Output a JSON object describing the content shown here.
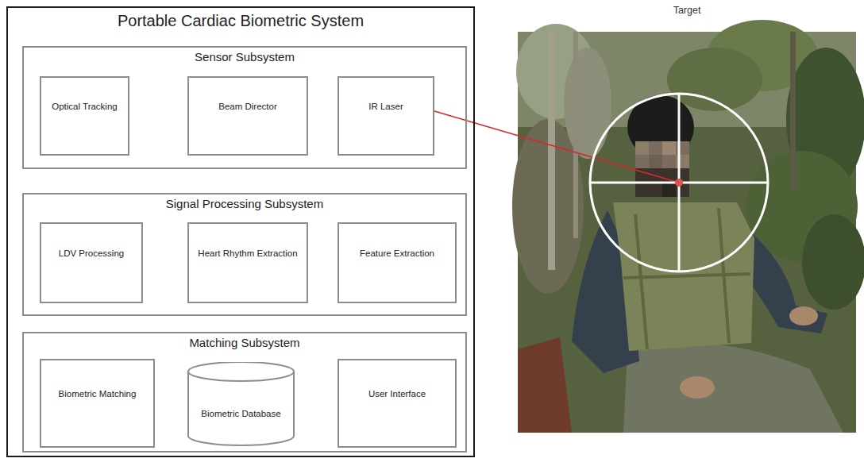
{
  "diagram": {
    "nodes": [
      {
        "text": [
          "Portable Cardiac Biometric System"
        ]
      },
      {
        "text": [
          "Sensor Subsystem"
        ],
        "in": 0
      },
      {
        "text": [
          "Optical Tracking"
        ],
        "in": 1
      },
      {
        "text": [
          "Beam Director"
        ],
        "in": 1
      },
      {
        "text": [
          "IR Laser"
        ],
        "in": 1
      },
      {
        "text": [
          "Signal Processing Subsystem"
        ],
        "in": 0
      },
      {
        "text": [
          "LDV Processing"
        ],
        "in": 5
      },
      {
        "text": [
          "Heart Rhythm Extraction"
        ],
        "in": 5
      },
      {
        "text": [
          "Feature Extraction"
        ],
        "in": 5
      },
      {
        "text": [
          "Matching Subsystem"
        ],
        "in": 0
      },
      {
        "text": [
          "Biometric Matching"
        ],
        "in": 9
      },
      {
        "text": [
          "Biometric Database"
        ],
        "in": 9
      },
      {
        "text": [
          "User Interface"
        ],
        "in": 9
      },
      {
        "text": [
          "Target"
        ]
      }
    ],
    "edges": [
      {
        "from": 4,
        "to": 13,
        "arrow": "none"
      }
    ]
  }
}
